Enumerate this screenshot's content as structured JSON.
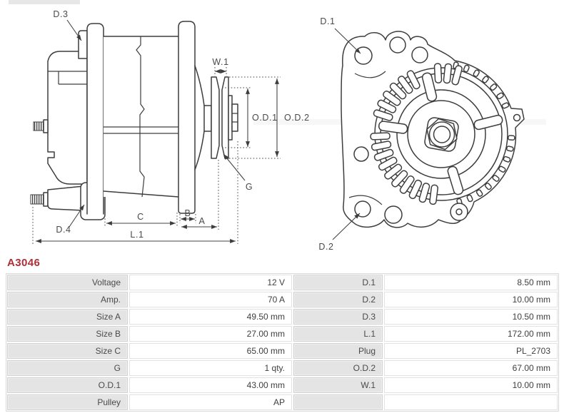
{
  "part_code": "A3046",
  "colors": {
    "accent_red": "#b02e36",
    "drawing_line": "#3d3d3d",
    "table_label_bg": "#e4e4e4",
    "table_border": "#d9d9d9",
    "text": "#4a4a4a"
  },
  "diagram": {
    "side_view_labels": {
      "d3": "D.3",
      "d4": "D.4",
      "w1": "W.1",
      "od1": "O.D.1",
      "od2": "O.D.2",
      "g": "G",
      "c": "C",
      "b": "B",
      "a": "A",
      "l1": "L.1"
    },
    "front_view_labels": {
      "d1": "D.1",
      "d2": "D.2"
    }
  },
  "table": {
    "rows": [
      {
        "label_left": "Voltage",
        "value_left": "12 V",
        "label_right": "D.1",
        "value_right": "8.50 mm"
      },
      {
        "label_left": "Amp.",
        "value_left": "70 A",
        "label_right": "D.2",
        "value_right": "10.00 mm"
      },
      {
        "label_left": "Size A",
        "value_left": "49.50 mm",
        "label_right": "D.3",
        "value_right": "10.50 mm"
      },
      {
        "label_left": "Size B",
        "value_left": "27.00 mm",
        "label_right": "L.1",
        "value_right": "172.00 mm"
      },
      {
        "label_left": "Size C",
        "value_left": "65.00 mm",
        "label_right": "Plug",
        "value_right": "PL_2703"
      },
      {
        "label_left": "G",
        "value_left": "1 qty.",
        "label_right": "O.D.2",
        "value_right": "67.00 mm"
      },
      {
        "label_left": "O.D.1",
        "value_left": "43.00 mm",
        "label_right": "W.1",
        "value_right": "10.00 mm"
      },
      {
        "label_left": "Pulley",
        "value_left": "AP",
        "label_right": "",
        "value_right": ""
      }
    ]
  }
}
